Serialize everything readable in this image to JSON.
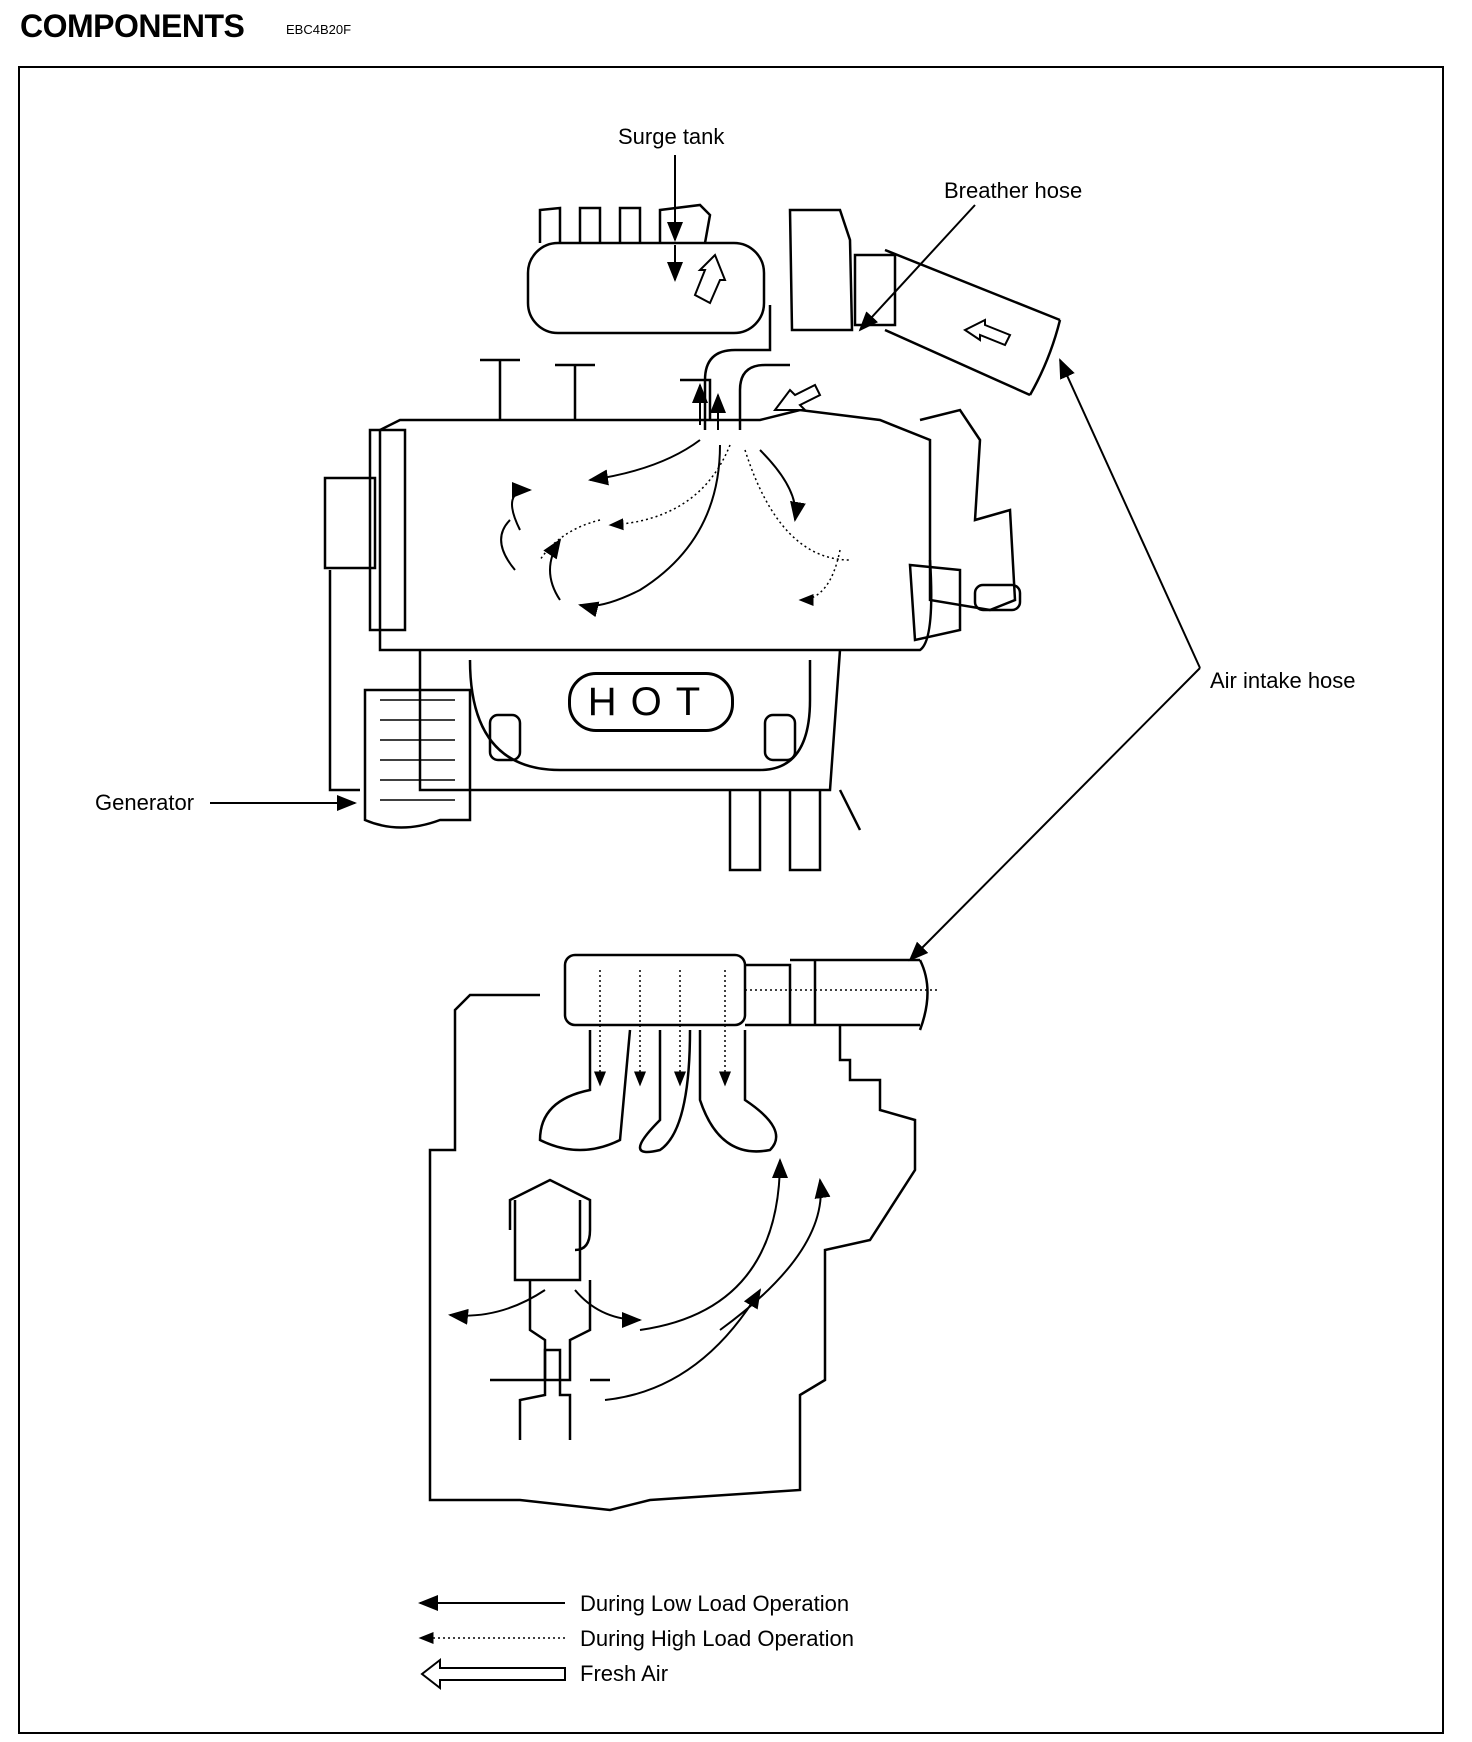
{
  "header": {
    "title": "COMPONENTS",
    "code": "EBC4B20F"
  },
  "callouts": {
    "surge_tank": "Surge tank",
    "breather_hose": "Breather hose",
    "air_intake_hose": "Air intake hose",
    "generator": "Generator",
    "hot_stamp": "HOT"
  },
  "legend": {
    "low_load": "During Low Load Operation",
    "high_load": "During High Load Operation",
    "fresh_air": "Fresh Air"
  }
}
